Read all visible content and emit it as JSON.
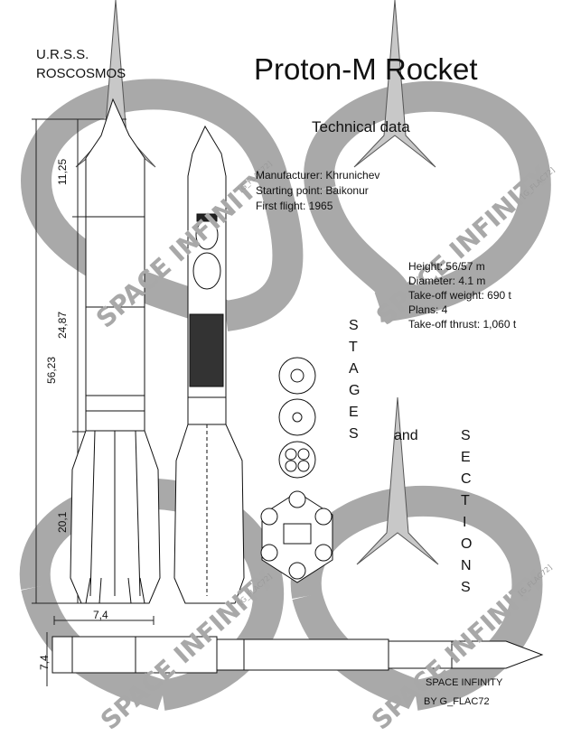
{
  "header": {
    "org_line1": "U.R.S.S.",
    "org_line2": "ROSCOSMOS",
    "title": "Proton-M Rocket",
    "subtitle": "Technical data"
  },
  "specs_primary": [
    "Manufacturer: Khrunichev",
    "Starting point: Baikonur",
    "First flight: 1965"
  ],
  "specs_secondary": [
    "Height: 56/57 m",
    "Diameter: 4.1 m",
    "Take-off weight: 690 t",
    "Plans: 4",
    "Take-off thrust: 1,060 t"
  ],
  "stages_word": [
    "S",
    "T",
    "A",
    "G",
    "E",
    "S"
  ],
  "and_word": "and",
  "sections_word": [
    "S",
    "E",
    "C",
    "T",
    "I",
    "O",
    "N",
    "S"
  ],
  "dimensions": {
    "total": "56,23",
    "upper": "11,25",
    "middle": "24,87",
    "lower": "20,1",
    "width": "7,4",
    "side_height": "7,4"
  },
  "watermark": {
    "text": "SPACE INFINITY",
    "tag": "[G_FLAC72]",
    "color": "#aaaaaa"
  },
  "credit": {
    "line1": "SPACE INFINITY",
    "line2": "BY G_FLAC72"
  }
}
